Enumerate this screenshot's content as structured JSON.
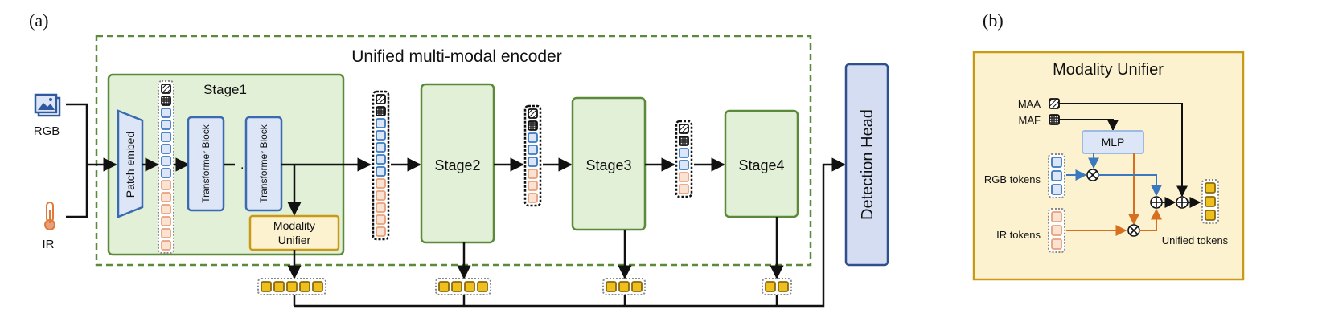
{
  "panel_a": {
    "label": "(a)",
    "encoder_title": "Unified multi-modal encoder",
    "stage1_title": "Stage1",
    "patch_embed": "Patch embed",
    "transformer_block_1": "Transformer Block",
    "transformer_block_2": "Transformer Block",
    "ellipsis": "...",
    "modality_unifier_line1": "Modality",
    "modality_unifier_line2": "Unifier",
    "stage2": "Stage2",
    "stage3": "Stage3",
    "stage4": "Stage4",
    "detection_head": "Detection Head",
    "input_rgb": "RGB",
    "input_ir": "IR"
  },
  "panel_b": {
    "label": "(b)",
    "title": "Modality Unifier",
    "maa": "MAA",
    "maf": "MAF",
    "mlp": "MLP",
    "rgb_tokens": "RGB tokens",
    "ir_tokens": "IR tokens",
    "unified_tokens": "Unified tokens"
  },
  "colors": {
    "encoder_border": "#5a8a3a",
    "stage_fill": "#e3f0d8",
    "stage_border": "#5a8a3a",
    "transformer_fill": "#dde6f6",
    "transformer_border": "#3a6bb0",
    "unifier_fill": "#fdf2cf",
    "unifier_border": "#c99a17",
    "detection_fill": "#d5ddf2",
    "detection_border": "#2f4f8f",
    "rgb_token": "#3a78c0",
    "ir_token": "#e8a07a",
    "unified_token": "#efbf1c",
    "rgb_flow": "#3a78c0",
    "ir_flow": "#d6701f"
  },
  "icons": {
    "rgb": "image-icon",
    "ir": "thermometer-icon",
    "maa": "hatched-token-icon",
    "maf": "dotted-token-icon",
    "multiply": "multiply-icon",
    "add": "add-icon"
  }
}
